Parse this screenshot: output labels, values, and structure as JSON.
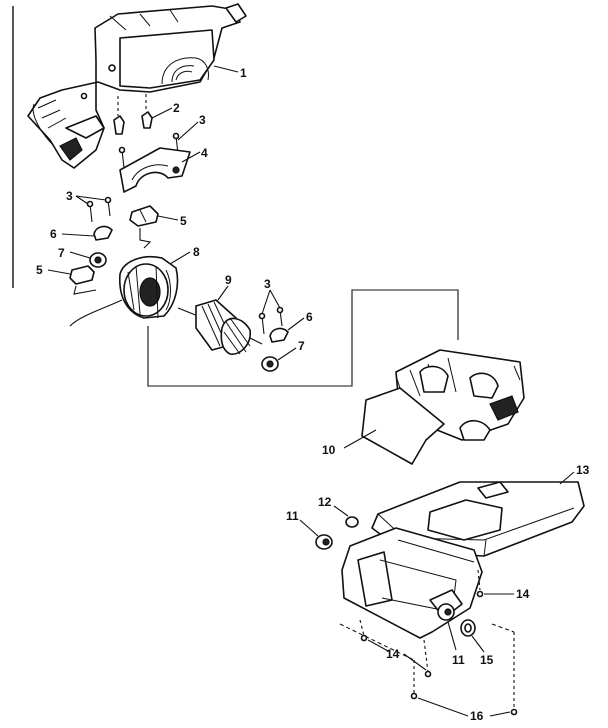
{
  "callouts": {
    "c1": "1",
    "c2": "2",
    "c3a": "3",
    "c3b": "3",
    "c3c": "3",
    "c4": "4",
    "c5a": "5",
    "c5b": "5",
    "c6a": "6",
    "c6b": "6",
    "c7a": "7",
    "c7b": "7",
    "c8": "8",
    "c9": "9",
    "c10": "10",
    "c11a": "11",
    "c11b": "11",
    "c12": "12",
    "c13": "13",
    "c14a": "14",
    "c14b": "14",
    "c15": "15",
    "c16": "16"
  }
}
